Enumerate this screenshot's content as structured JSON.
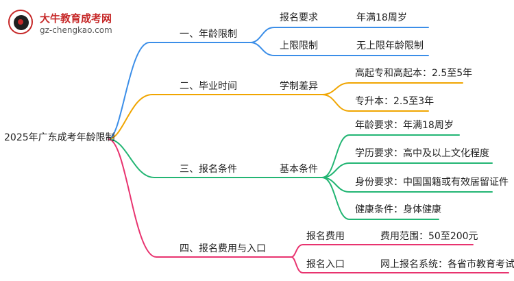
{
  "logo": {
    "name": "大牛教育成考网",
    "url": "gz-chengkao.com"
  },
  "colors": {
    "branch1": "#3b8ee8",
    "branch2": "#f0a500",
    "branch3": "#22b573",
    "branch4": "#e8336f"
  },
  "mindmap": {
    "root": "2025年广东成考年龄限制",
    "branches": [
      {
        "label": "一、年龄限制",
        "children": [
          {
            "label": "报名要求",
            "value": "年满18周岁"
          },
          {
            "label": "上限限制",
            "value": "无上限年龄限制"
          }
        ]
      },
      {
        "label": "二、毕业时间",
        "children": [
          {
            "label": "学制差异",
            "values": [
              "高起专和高起本：2.5至5年",
              "专升本：2.5至3年"
            ]
          }
        ]
      },
      {
        "label": "三、报名条件",
        "children": [
          {
            "label": "基本条件",
            "values": [
              "年龄要求：年满18周岁",
              "学历要求：高中及以上文化程度",
              "身份要求：中国国籍或有效居留证件",
              "健康条件：身体健康"
            ]
          }
        ]
      },
      {
        "label": "四、报名费用与入口",
        "children": [
          {
            "label": "报名费用",
            "value": "费用范围：50至200元"
          },
          {
            "label": "报名入口",
            "value": "网上报名系统：各省市教育考试院"
          }
        ]
      }
    ]
  }
}
